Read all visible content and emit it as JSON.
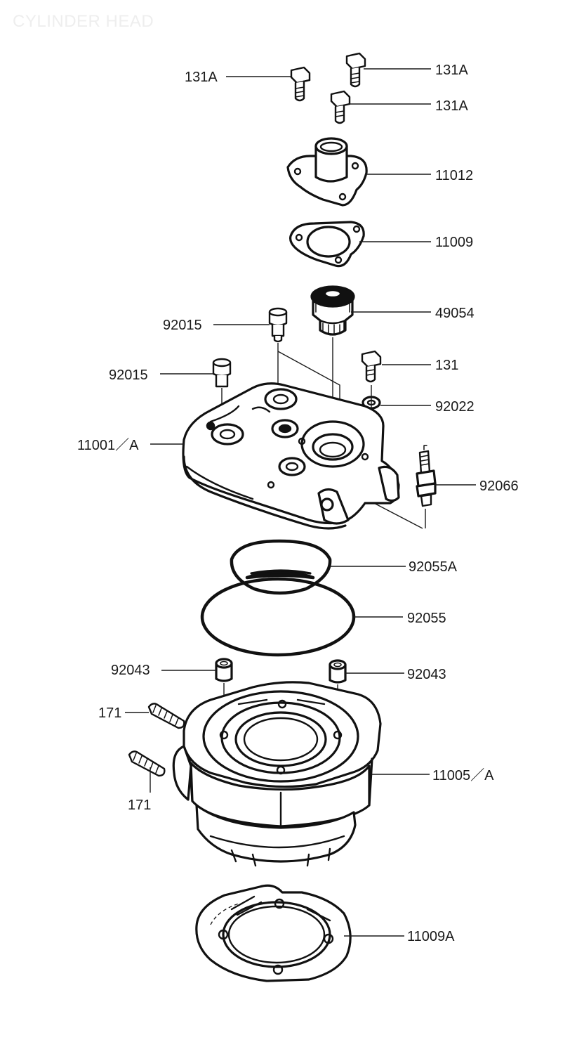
{
  "title": "CYLINDER HEAD",
  "labels": {
    "l131A_left": "131A",
    "l131A_top": "131A",
    "l131A_mid": "131A",
    "l11012": "11012",
    "l11009": "11009",
    "l49054": "49054",
    "l92015_a": "92015",
    "l92015_b": "92015",
    "l131": "131",
    "l92022": "92022",
    "l11001A": "11001／A",
    "l92066": "92066",
    "l92055A": "92055A",
    "l92055": "92055",
    "l92043_left": "92043",
    "l92043_right": "92043",
    "l171_a": "171",
    "l171_b": "171",
    "l11005A": "11005／A",
    "l11009A": "11009A"
  }
}
